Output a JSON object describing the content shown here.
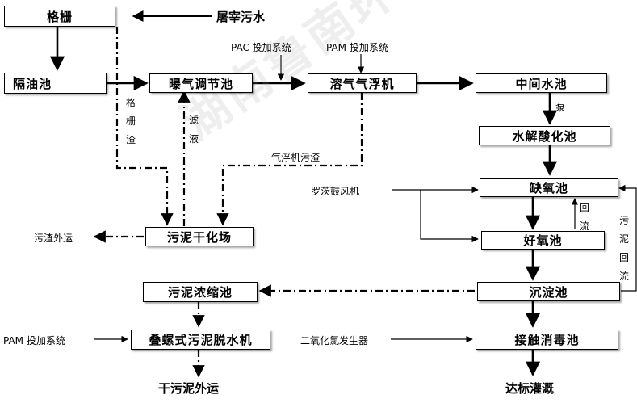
{
  "boxes": {
    "grille": "格栅",
    "oil_separator": "隔油池",
    "aeration_tank": "曝气调节池",
    "dissolved_air_flotation": "溶气气浮机",
    "intermediate_tank": "中间水池",
    "hydrolysis_tank": "水解酸化池",
    "anoxic_tank": "缺氧池",
    "aerobic_tank": "好氧池",
    "sedimentation_tank": "沉淀池",
    "disinfection_tank": "接触消毒池",
    "sludge_drying": "污泥干化场",
    "sludge_thickener": "污泥浓缩池",
    "screw_dewatering": "叠螺式污泥脱水机"
  },
  "labels": {
    "slaughter_wastewater": "屠宰污水",
    "pac_system": "PAC 投加系统",
    "pam_system_top": "PAM 投加系统",
    "pump": "泵",
    "filtrate": "滤液",
    "screen_residue": "格栅渣",
    "flotation_sludge": "气浮机污渣",
    "roots_blower": "罗茨鼓风机",
    "reflux": "回流",
    "sludge_reflux": "污泥回流",
    "residue_outbound": "污渣外运",
    "pam_system_bottom": "PAM 投加系统",
    "chlorine_dioxide": "二氧化氯发生器",
    "dry_sludge_outbound": "干污泥外运",
    "irrigation": "达标灌溉"
  },
  "watermark": "湖南鲁南环保"
}
